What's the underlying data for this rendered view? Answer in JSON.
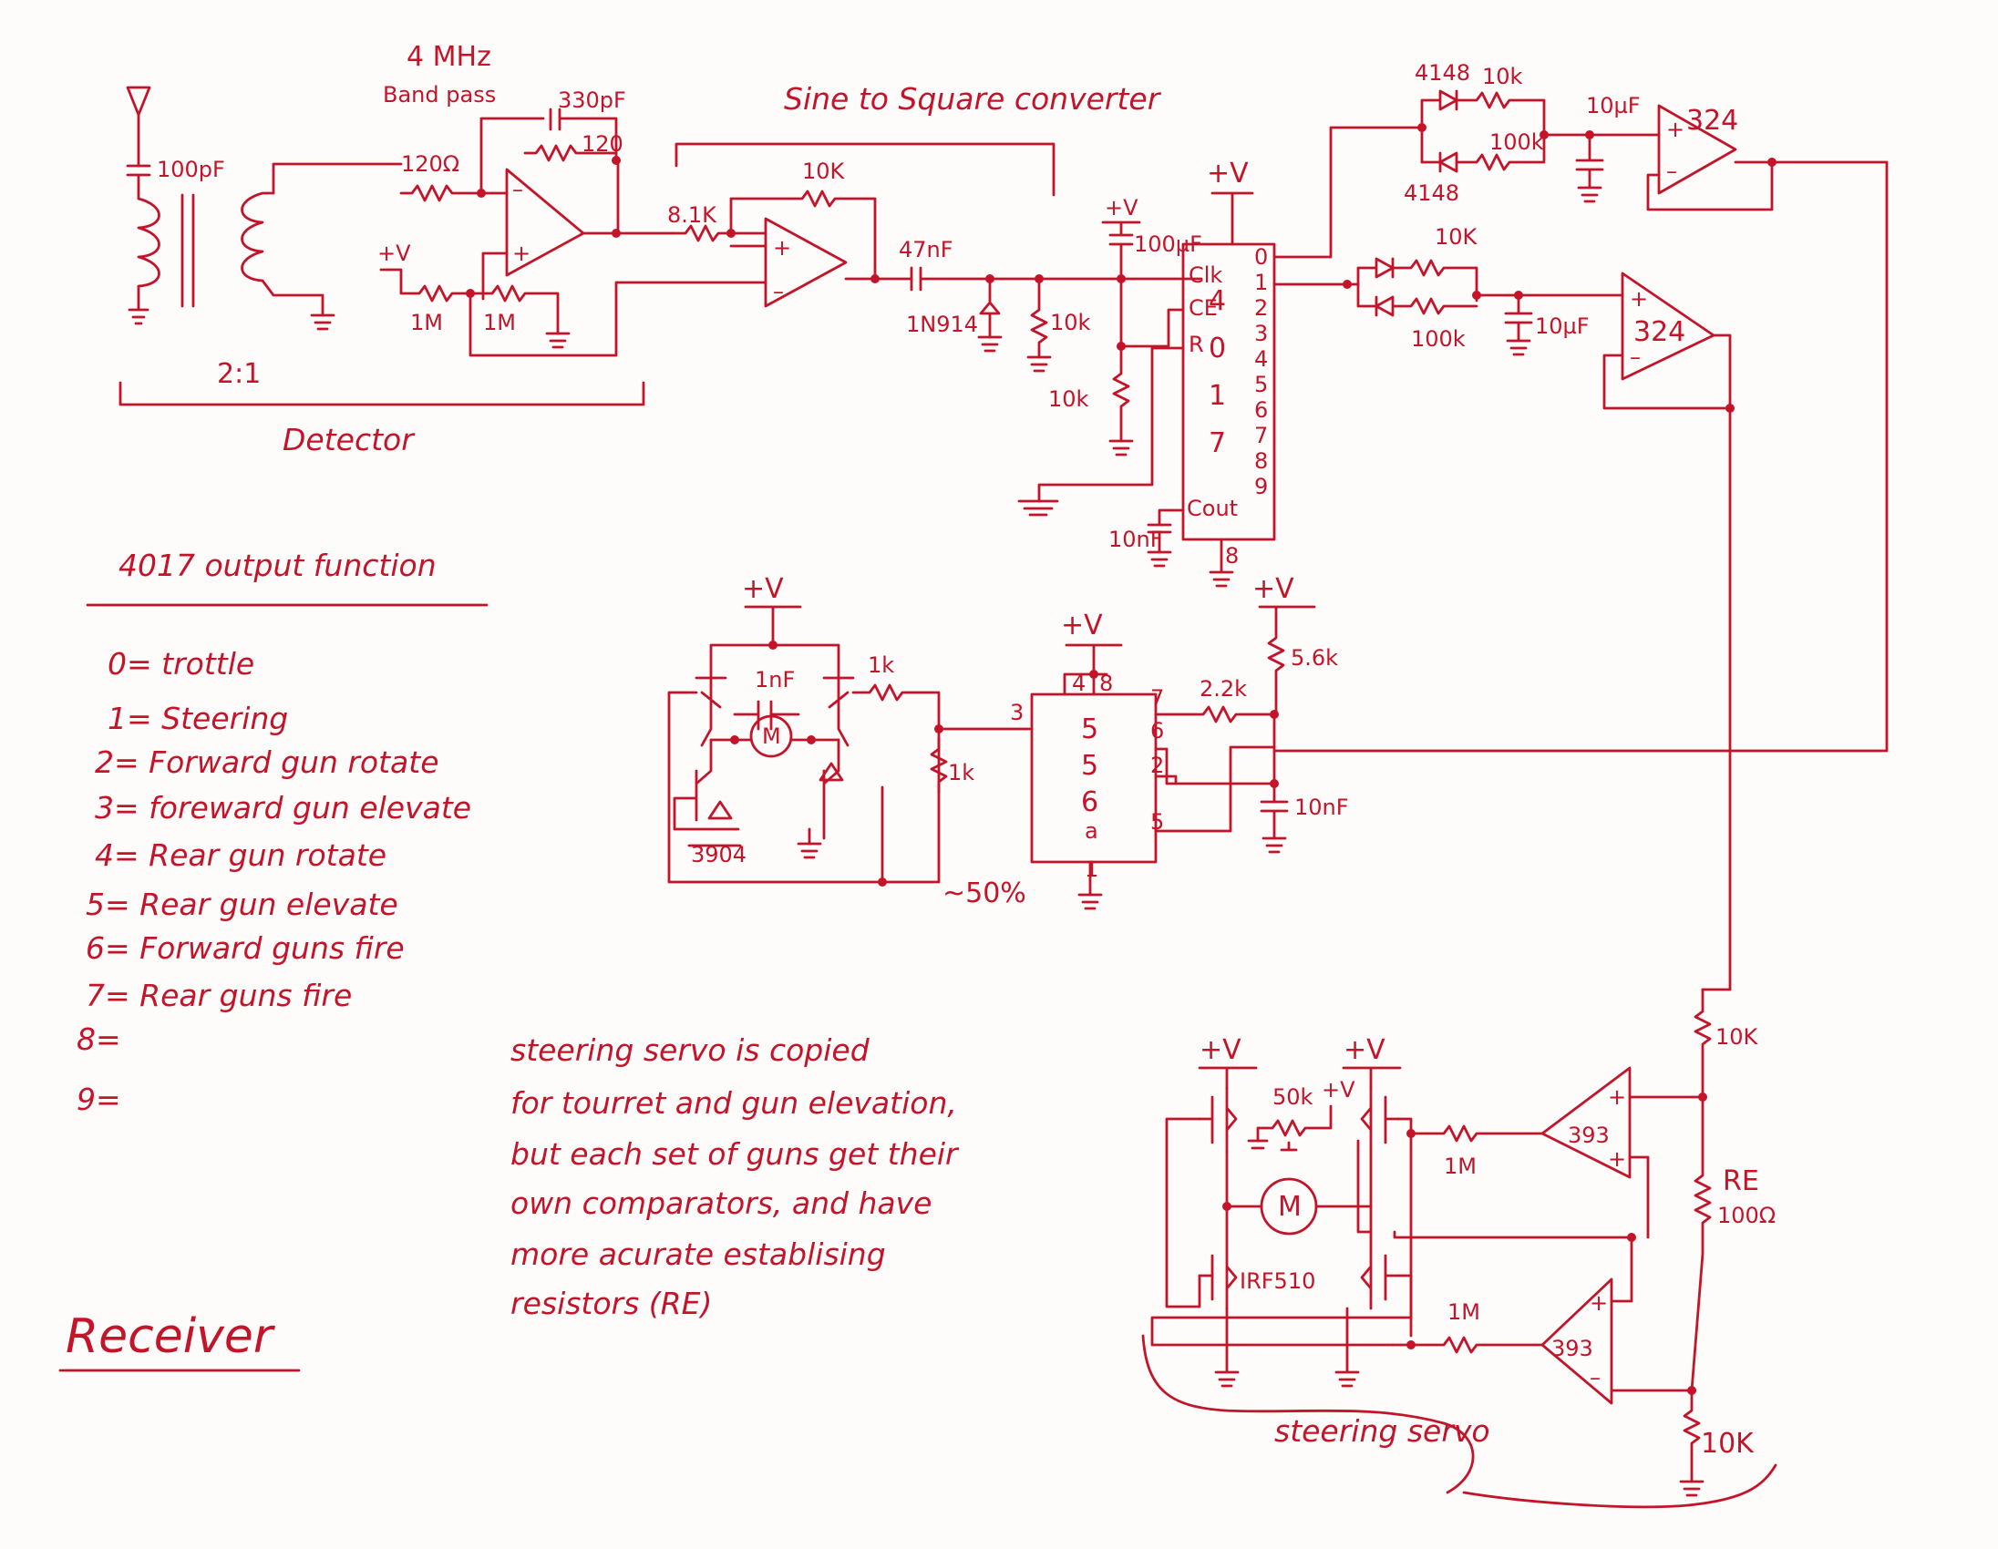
{
  "title": "Receiver",
  "detector": {
    "label": "Detector",
    "filter_label": "4 MHz",
    "filter_sub": "Band pass",
    "antenna_cap": "100pF",
    "transformer_ratio": "2:1",
    "r_in": "120Ω",
    "feedback_cap": "330pF",
    "feedback_r": "120",
    "r_bias1": "1M",
    "r_bias2": "1M",
    "vplus": "+V"
  },
  "converter": {
    "label": "Sine to Square converter",
    "r_in": "8.1K",
    "r_fb": "10K",
    "cap": "47nF",
    "diode": "1N914",
    "r_down": "10k"
  },
  "counter": {
    "chip_digits": [
      "4",
      "0",
      "1",
      "7"
    ],
    "pins_left": [
      "Clk",
      "CE",
      "R"
    ],
    "outputs": [
      "0",
      "1",
      "2",
      "3",
      "4",
      "5",
      "6",
      "7",
      "8",
      "9"
    ],
    "cout": "Cout",
    "cap_clk": "100µF",
    "r_reset": "10k",
    "cap_cout": "10nF",
    "pin_gnd": "8",
    "vplus": "+V"
  },
  "integrators": {
    "diode": "4148",
    "diode2": "4148",
    "r_fwd": "10k",
    "r_rev": "100k",
    "cap": "10µF",
    "r_fwd2": "10K",
    "r_rev2": "100k",
    "cap2": "10µF",
    "opamp": "324",
    "opamp2": "324"
  },
  "function_table": {
    "heading": "4017 output function",
    "items": [
      "0= trottle",
      "1= Steering",
      "2= Forward gun rotate",
      "3= foreward gun elevate",
      "4= Rear gun rotate",
      "5= Rear gun elevate",
      "6= Forward guns fire",
      "7= Rear guns fire",
      "8=",
      "9="
    ]
  },
  "motor_drive": {
    "transistor": "3904",
    "cap": "1nF",
    "r_top": "1k",
    "r_side": "1k",
    "duty": "~50%",
    "motor": "M",
    "vplus": "+V"
  },
  "timer": {
    "chip": [
      "5",
      "5",
      "6",
      "a"
    ],
    "pins": [
      "4",
      "8",
      "3",
      "7",
      "6",
      "2",
      "5",
      "1"
    ],
    "r1": "2.2k",
    "r2": "5.6k",
    "cap": "10nF",
    "vplus": "+V"
  },
  "note": {
    "lines": [
      "steering servo is copied",
      "for tourret and gun elevation,",
      "but each set of guns get their",
      "own comparators, and have",
      "more acurate establising",
      "resistors (RE)"
    ]
  },
  "servo": {
    "label": "steering servo",
    "pot": "50k",
    "mosfet": "IRF510",
    "r1": "1M",
    "r2": "1M",
    "comp": "393",
    "comp2": "393",
    "r_top": "10K",
    "re": "RE",
    "re_val": "100Ω",
    "r_bottom": "10K",
    "motor": "M",
    "vplus": "+V"
  }
}
